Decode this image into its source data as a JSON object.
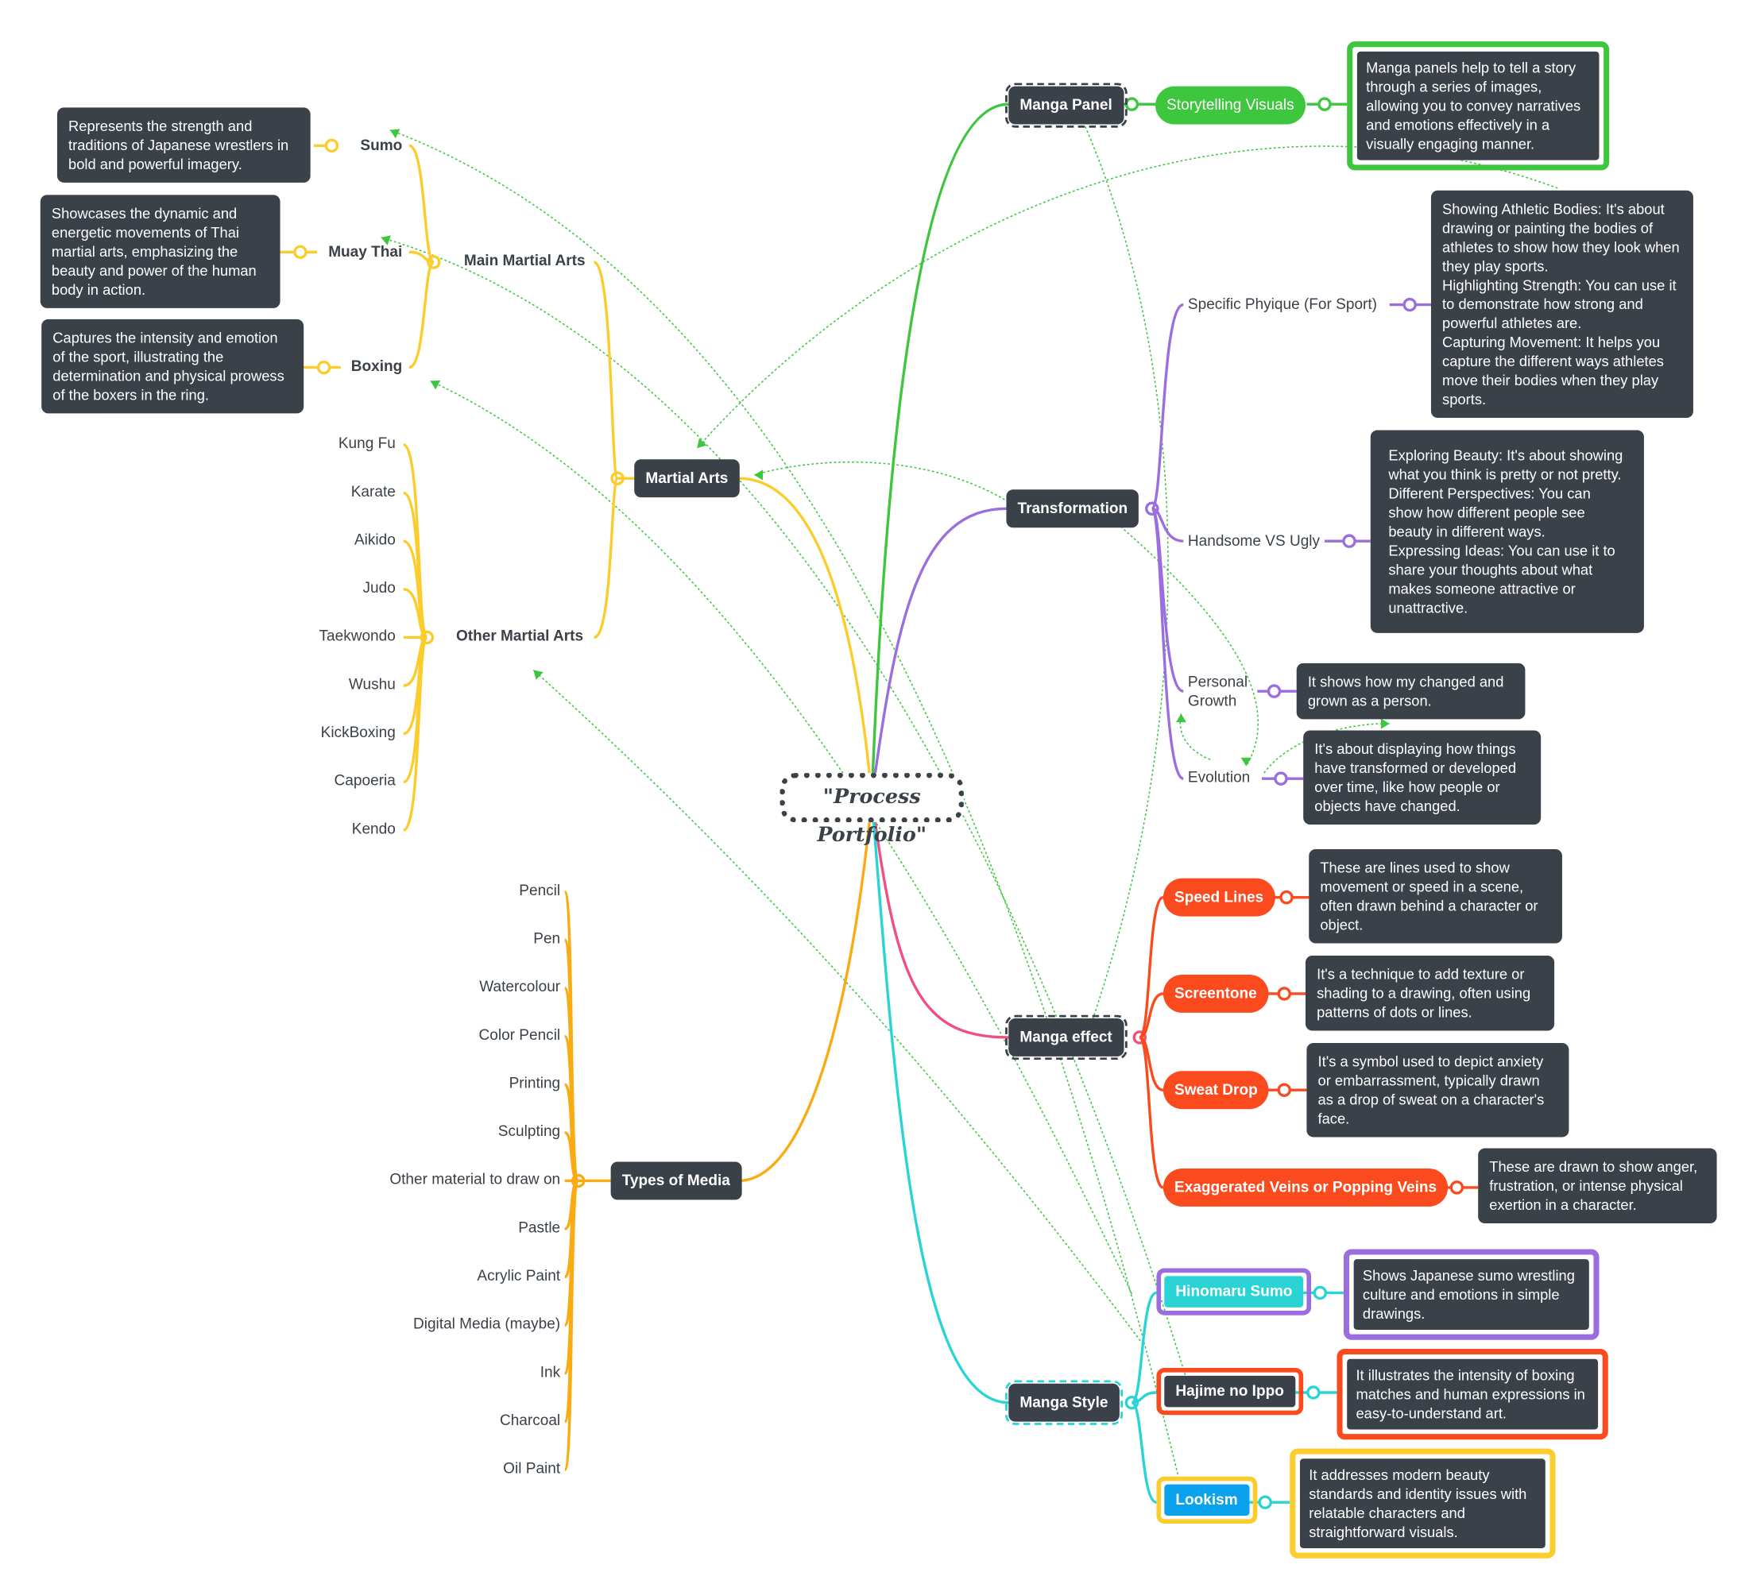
{
  "central": "\"Process Portfolio\"",
  "branches": {
    "manga_panel": {
      "label": "Manga Panel",
      "child": "Storytelling Visuals",
      "note": "Manga panels help to tell a story through a series of images, allowing you to convey narratives and emotions effectively in a visually engaging manner."
    },
    "transformation": {
      "label": "Transformation",
      "children": [
        {
          "label": "Specific Phyique (For Sport)",
          "note": "Showing Athletic Bodies: It's about drawing or painting the bodies of athletes to show how they look when they play sports.\nHighlighting Strength: You can use it to demonstrate how strong and powerful athletes are.\nCapturing Movement: It helps you capture the different ways athletes move their bodies when they play sports."
        },
        {
          "label": "Handsome VS Ugly",
          "note": "Exploring Beauty: It's about showing what you think is pretty or not pretty.\nDifferent Perspectives: You can show how different people see beauty in different ways.\nExpressing Ideas: You can use it to share your thoughts about what makes someone attractive or unattractive."
        },
        {
          "label": "Personal\nGrowth",
          "note": "It shows how my changed and grown as a person."
        },
        {
          "label": "Evolution",
          "note": "It's about displaying how things have transformed or developed over time, like how people or objects have changed."
        }
      ]
    },
    "manga_effect": {
      "label": "Manga effect",
      "children": [
        {
          "label": "Speed Lines",
          "note": "These are lines used to show movement or speed in a scene, often drawn behind a character or object."
        },
        {
          "label": "Screentone",
          "note": "It's a technique to add texture or shading to a drawing, often using patterns of dots or lines."
        },
        {
          "label": "Sweat Drop",
          "note": "It's a symbol used to depict anxiety or embarrassment, typically drawn as a drop of sweat on a character's face."
        },
        {
          "label": "Exaggerated Veins or Popping Veins",
          "note": "These are drawn to show anger, frustration, or intense physical exertion in a character."
        }
      ]
    },
    "manga_style": {
      "label": "Manga Style",
      "children": [
        {
          "label": "Hinomaru Sumo",
          "note": "Shows Japanese sumo wrestling culture and emotions in simple drawings."
        },
        {
          "label": "Hajime no Ippo",
          "note": "It illustrates the intensity of boxing matches and human expressions in easy-to-understand art."
        },
        {
          "label": "Lookism",
          "note": "It addresses modern beauty standards and identity issues with relatable characters and straightforward visuals."
        }
      ]
    },
    "martial_arts": {
      "label": "Martial Arts",
      "main": {
        "label": "Main Martial Arts",
        "children": [
          {
            "label": "Sumo",
            "note": "Represents the strength and traditions of Japanese wrestlers in bold and powerful imagery."
          },
          {
            "label": "Muay Thai",
            "note": "Showcases the dynamic and energetic movements of Thai martial arts, emphasizing the beauty and power of the human body in action."
          },
          {
            "label": "Boxing",
            "note": "Captures the intensity and emotion of the sport, illustrating the determination and physical prowess of the boxers in the ring."
          }
        ]
      },
      "other": {
        "label": "Other Martial Arts",
        "children": [
          "Kung Fu",
          "Karate",
          "Aikido",
          "Judo",
          "Taekwondo",
          "Wushu",
          "KickBoxing",
          "Capoeria",
          "Kendo"
        ]
      }
    },
    "types_of_media": {
      "label": "Types of Media",
      "children": [
        "Pencil",
        "Pen",
        "Watercolour",
        "Color Pencil",
        "Printing",
        "Sculpting",
        "Other material to draw on",
        "Pastle",
        "Acrylic Paint",
        "Digital Media (maybe)",
        "Ink",
        "Charcoal",
        "Oil Paint"
      ]
    }
  },
  "colors": {
    "manga_panel": "#3ec63e",
    "transformation": "#9b6ee0",
    "manga_effect": "#f05080",
    "manga_effect_children": "#fa4a1e",
    "manga_style": "#2ad4d4",
    "martial_arts": "#fccc2c",
    "types_of_media": "#fbab12",
    "node_dark": "#3b4148",
    "relationship": "#3ec63e",
    "frame_green": "#3ec63e",
    "frame_purple": "#9b6ee0",
    "frame_red": "#fa4a1e",
    "frame_yellow": "#fccc2c",
    "lookism_fill": "#0aa2ec"
  }
}
